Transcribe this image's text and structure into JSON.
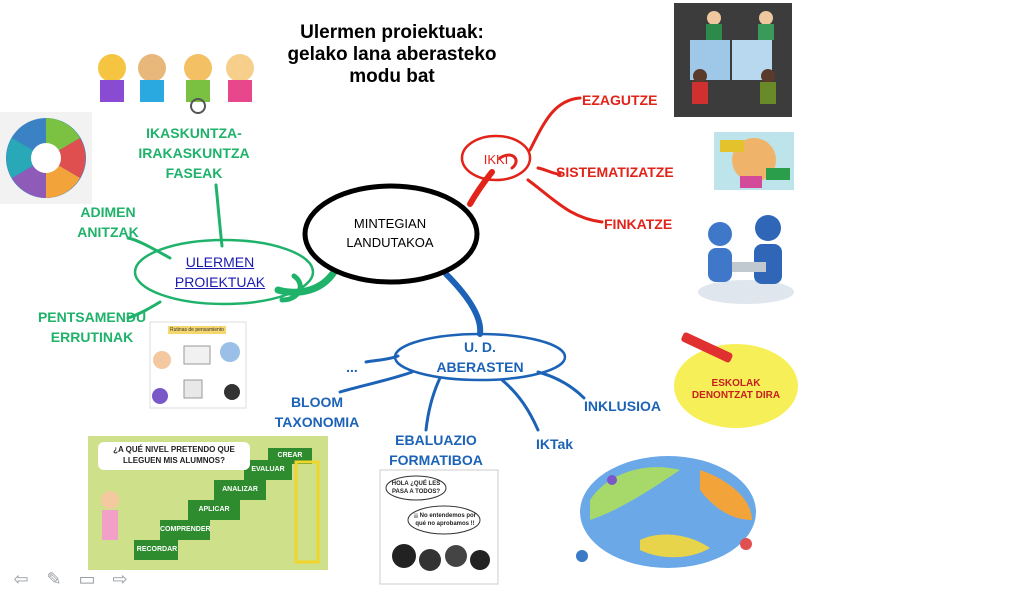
{
  "title": {
    "line1": "Ulermen proiektuak:",
    "line2": "gelako lana aberasteko",
    "line3": "modu bat"
  },
  "center": {
    "line1": "MINTEGIAN",
    "line2": "LANDUTAKOA"
  },
  "green_branch": {
    "hub": {
      "line1": "ULERMEN",
      "line2": "PROIEKTUAK"
    },
    "fases": {
      "line1": "IKASKUNTZA-",
      "line2": "IRAKASKUNTZA",
      "line3": "FASEAK"
    },
    "adimen": {
      "line1": "ADIMEN",
      "line2": "ANITZAK"
    },
    "pentsamendu": {
      "line1": "PENTSAMENDU",
      "line2": "ERRUTINAK"
    }
  },
  "red_branch": {
    "hub": "IKKI",
    "items": [
      "EZAGUTZE",
      "SISTEMATIZATZE",
      "FINKATZE"
    ]
  },
  "blue_branch": {
    "hub": {
      "line1": "U. D.",
      "line2": "ABERASTEN"
    },
    "ellipsis": "...",
    "bloom": {
      "line1": "BLOOM",
      "line2": "TAXONOMIA"
    },
    "ebaluazio": {
      "line1": "EBALUAZIO",
      "line2": "FORMATIBOA"
    },
    "iktak": "IKTak",
    "inklusioa": "INKLUSIOA"
  },
  "images": {
    "eskolak": {
      "line1": "ESKOLAK",
      "line2": "DENONTZAT DIRA"
    },
    "bloom_question": "¿A QUÉ NIVEL PRETENDO QUE LLEGUEN MIS ALUMNOS?",
    "bloom_steps": [
      "RECORDAR",
      "COMPRENDER",
      "APLICAR",
      "ANALIZAR",
      "EVALUAR",
      "CREAR"
    ],
    "comic_bubble1": "HOLA ¿QUÉ LES PASA A TODOS?",
    "comic_bubble2": "¡¡ No entendemos por qué no aprobamos !!",
    "routines_caption": "Rutinas de pensamiento"
  },
  "nav": [
    "back-arrow-icon",
    "pen-icon",
    "screen-icon",
    "forward-arrow-icon"
  ],
  "colors": {
    "green": "#1fb26a",
    "red": "#e2231a",
    "blue": "#1c63b7",
    "center_stroke": "#000000"
  }
}
